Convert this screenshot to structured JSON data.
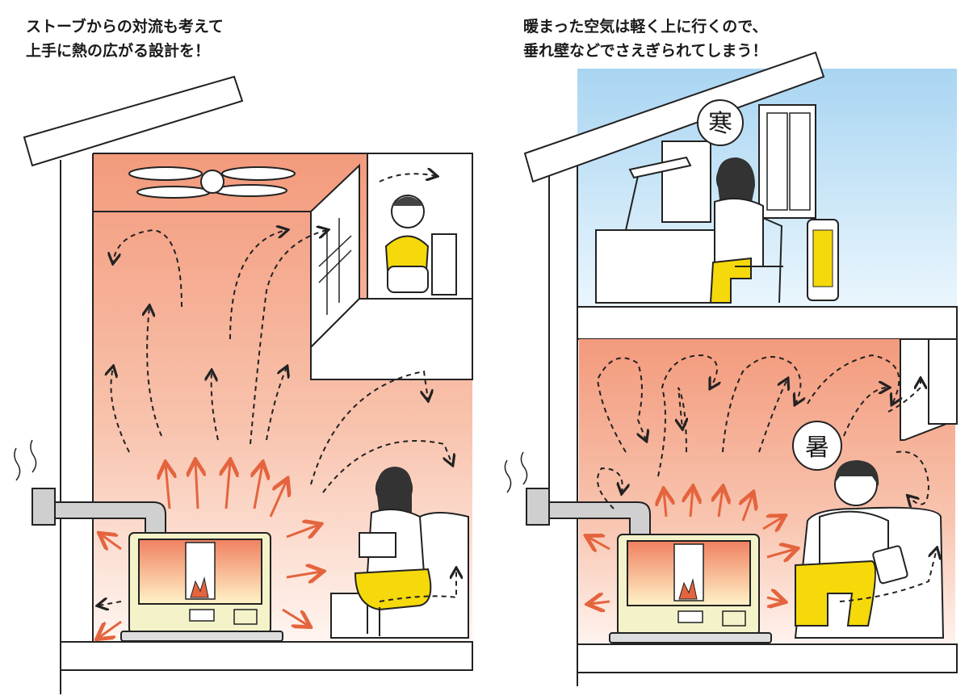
{
  "left_panel": {
    "caption_line1": "ストーブからの対流も考えて",
    "caption_line2": "上手に熱の広がる設計を！"
  },
  "right_panel": {
    "caption_line1": "暖まった空気は軽く上に行くので、",
    "caption_line2": "垂れ壁などでさえぎられてしまう！",
    "bubble_cold": "寒",
    "bubble_hot": "暑"
  },
  "colors": {
    "warm_top": "#f39a7c",
    "warm_bottom": "#fde8de",
    "sky": "#bfe0f5",
    "arrow": "#e4643e",
    "stove_body": "#f4f2c8",
    "yellow": "#f5d90a"
  }
}
